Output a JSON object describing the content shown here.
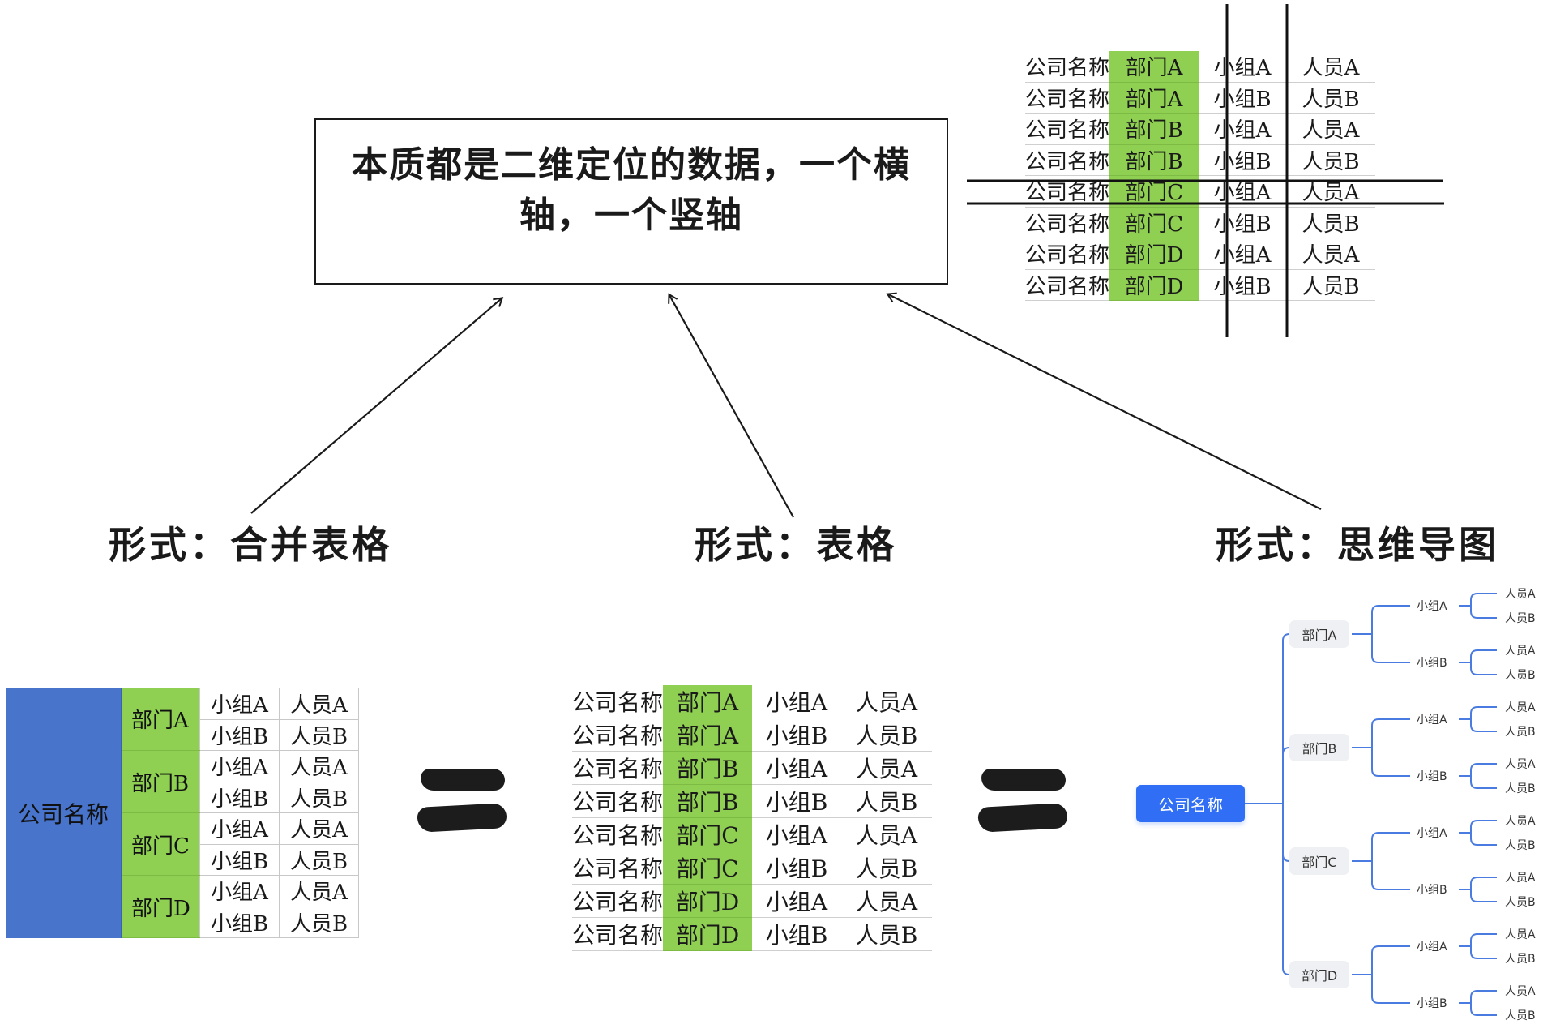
{
  "concept": {
    "line1": "本质都是二维定位的数据，一个横",
    "line2": "轴，一个竖轴"
  },
  "forms": [
    {
      "label": "形式：合并表格"
    },
    {
      "label": "形式：表格"
    },
    {
      "label": "形式：思维导图"
    }
  ],
  "equals_symbol": "=",
  "colors": {
    "dept_green": "#8fcf52",
    "company_blue": "#4874cb",
    "mindmap_root": "#2f6ef5",
    "mindmap_line": "#4a7be0"
  },
  "flat_table": {
    "rows": [
      [
        "公司名称",
        "部门A",
        "小组A",
        "人员A"
      ],
      [
        "公司名称",
        "部门A",
        "小组B",
        "人员B"
      ],
      [
        "公司名称",
        "部门B",
        "小组A",
        "人员A"
      ],
      [
        "公司名称",
        "部门B",
        "小组B",
        "人员B"
      ],
      [
        "公司名称",
        "部门C",
        "小组A",
        "人员A"
      ],
      [
        "公司名称",
        "部门C",
        "小组B",
        "人员B"
      ],
      [
        "公司名称",
        "部门D",
        "小组A",
        "人员A"
      ],
      [
        "公司名称",
        "部门D",
        "小组B",
        "人员B"
      ]
    ]
  },
  "merged_table": {
    "company": "公司名称",
    "departments": [
      {
        "name": "部门A",
        "rows": [
          [
            "小组A",
            "人员A"
          ],
          [
            "小组B",
            "人员B"
          ]
        ]
      },
      {
        "name": "部门B",
        "rows": [
          [
            "小组A",
            "人员A"
          ],
          [
            "小组B",
            "人员B"
          ]
        ]
      },
      {
        "name": "部门C",
        "rows": [
          [
            "小组A",
            "人员A"
          ],
          [
            "小组B",
            "人员B"
          ]
        ]
      },
      {
        "name": "部门D",
        "rows": [
          [
            "小组A",
            "人员A"
          ],
          [
            "小组B",
            "人员B"
          ]
        ]
      }
    ]
  },
  "mindmap": {
    "root": "公司名称",
    "departments": [
      {
        "name": "部门A",
        "groups": [
          {
            "name": "小组A",
            "people": [
              "人员A",
              "人员B"
            ]
          },
          {
            "name": "小组B",
            "people": [
              "人员A",
              "人员B"
            ]
          }
        ]
      },
      {
        "name": "部门B",
        "groups": [
          {
            "name": "小组A",
            "people": [
              "人员A",
              "人员B"
            ]
          },
          {
            "name": "小组B",
            "people": [
              "人员A",
              "人员B"
            ]
          }
        ]
      },
      {
        "name": "部门C",
        "groups": [
          {
            "name": "小组A",
            "people": [
              "人员A",
              "人员B"
            ]
          },
          {
            "name": "小组B",
            "people": [
              "人员A",
              "人员B"
            ]
          }
        ]
      },
      {
        "name": "部门D",
        "groups": [
          {
            "name": "小组A",
            "people": [
              "人员A",
              "人员B"
            ]
          },
          {
            "name": "小组B",
            "people": [
              "人员A",
              "人员B"
            ]
          }
        ]
      }
    ]
  }
}
